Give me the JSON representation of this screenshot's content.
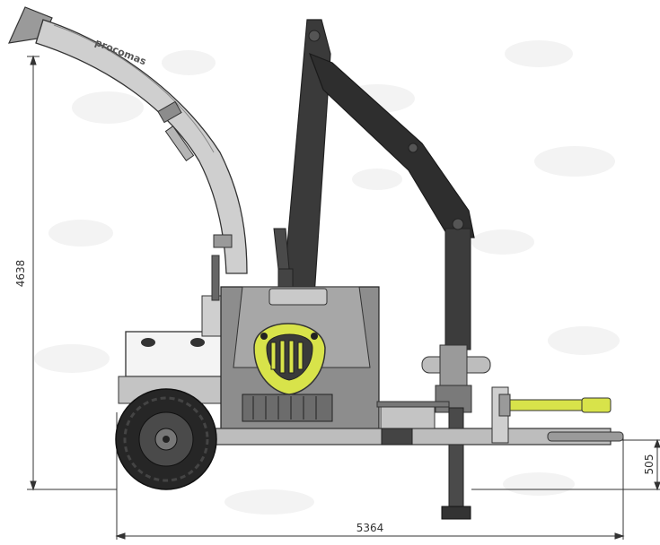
{
  "dimensions": {
    "overall_height": "4638",
    "overall_length": "5364",
    "hitch_height": "505"
  },
  "branding": {
    "chute_logo": "procomas"
  },
  "colors": {
    "body_light": "#d6d6d6",
    "body_mid": "#a9a9a9",
    "body_dark": "#3c3c3c",
    "crane": "#2f2f2f",
    "accent_yellow": "#d8e34a",
    "tire": "#262626",
    "background_blob": "#f2f2f2",
    "dimension_line": "#333333"
  }
}
